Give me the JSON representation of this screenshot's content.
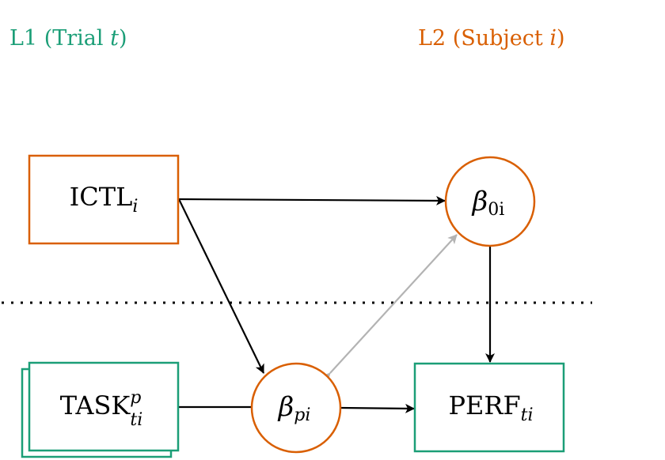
{
  "colors": {
    "level1": "#1b9e77",
    "level2": "#d95f02",
    "arrow": "#000000",
    "covariance_arrow": "#b3b3b3",
    "level_divider": "#000000"
  },
  "levels": {
    "l1": {
      "prefix": "L1 (Trial ",
      "var": "t",
      "suffix": ")"
    },
    "l2": {
      "prefix": "L2 (Subject ",
      "var": "i",
      "suffix": ")"
    }
  },
  "nodes": {
    "ictl": {
      "name": "ICTL",
      "sub": "i",
      "sup": "",
      "shape": "box",
      "level": "L2"
    },
    "beta0": {
      "name": "β",
      "sub": "0i",
      "sup": "",
      "shape": "circle",
      "level": "L2"
    },
    "task": {
      "name": "TASK",
      "sub": "ti",
      "sup": "p",
      "shape": "stacked-box",
      "level": "L1"
    },
    "betap": {
      "name": "β",
      "sub": "pi",
      "sup": "",
      "shape": "circle",
      "level": "L1"
    },
    "perf": {
      "name": "PERF",
      "sub": "ti",
      "sup": "",
      "shape": "box",
      "level": "L1"
    }
  },
  "edges": [
    {
      "from": "ictl",
      "to": "beta0",
      "type": "directed"
    },
    {
      "from": "ictl",
      "to": "betap",
      "type": "directed"
    },
    {
      "from": "beta0",
      "to": "perf",
      "type": "directed"
    },
    {
      "from": "task",
      "to": "betap",
      "type": "line"
    },
    {
      "from": "betap",
      "to": "perf",
      "type": "directed"
    },
    {
      "from": "betap",
      "to": "beta0",
      "type": "bidirectional-covariance"
    }
  ]
}
